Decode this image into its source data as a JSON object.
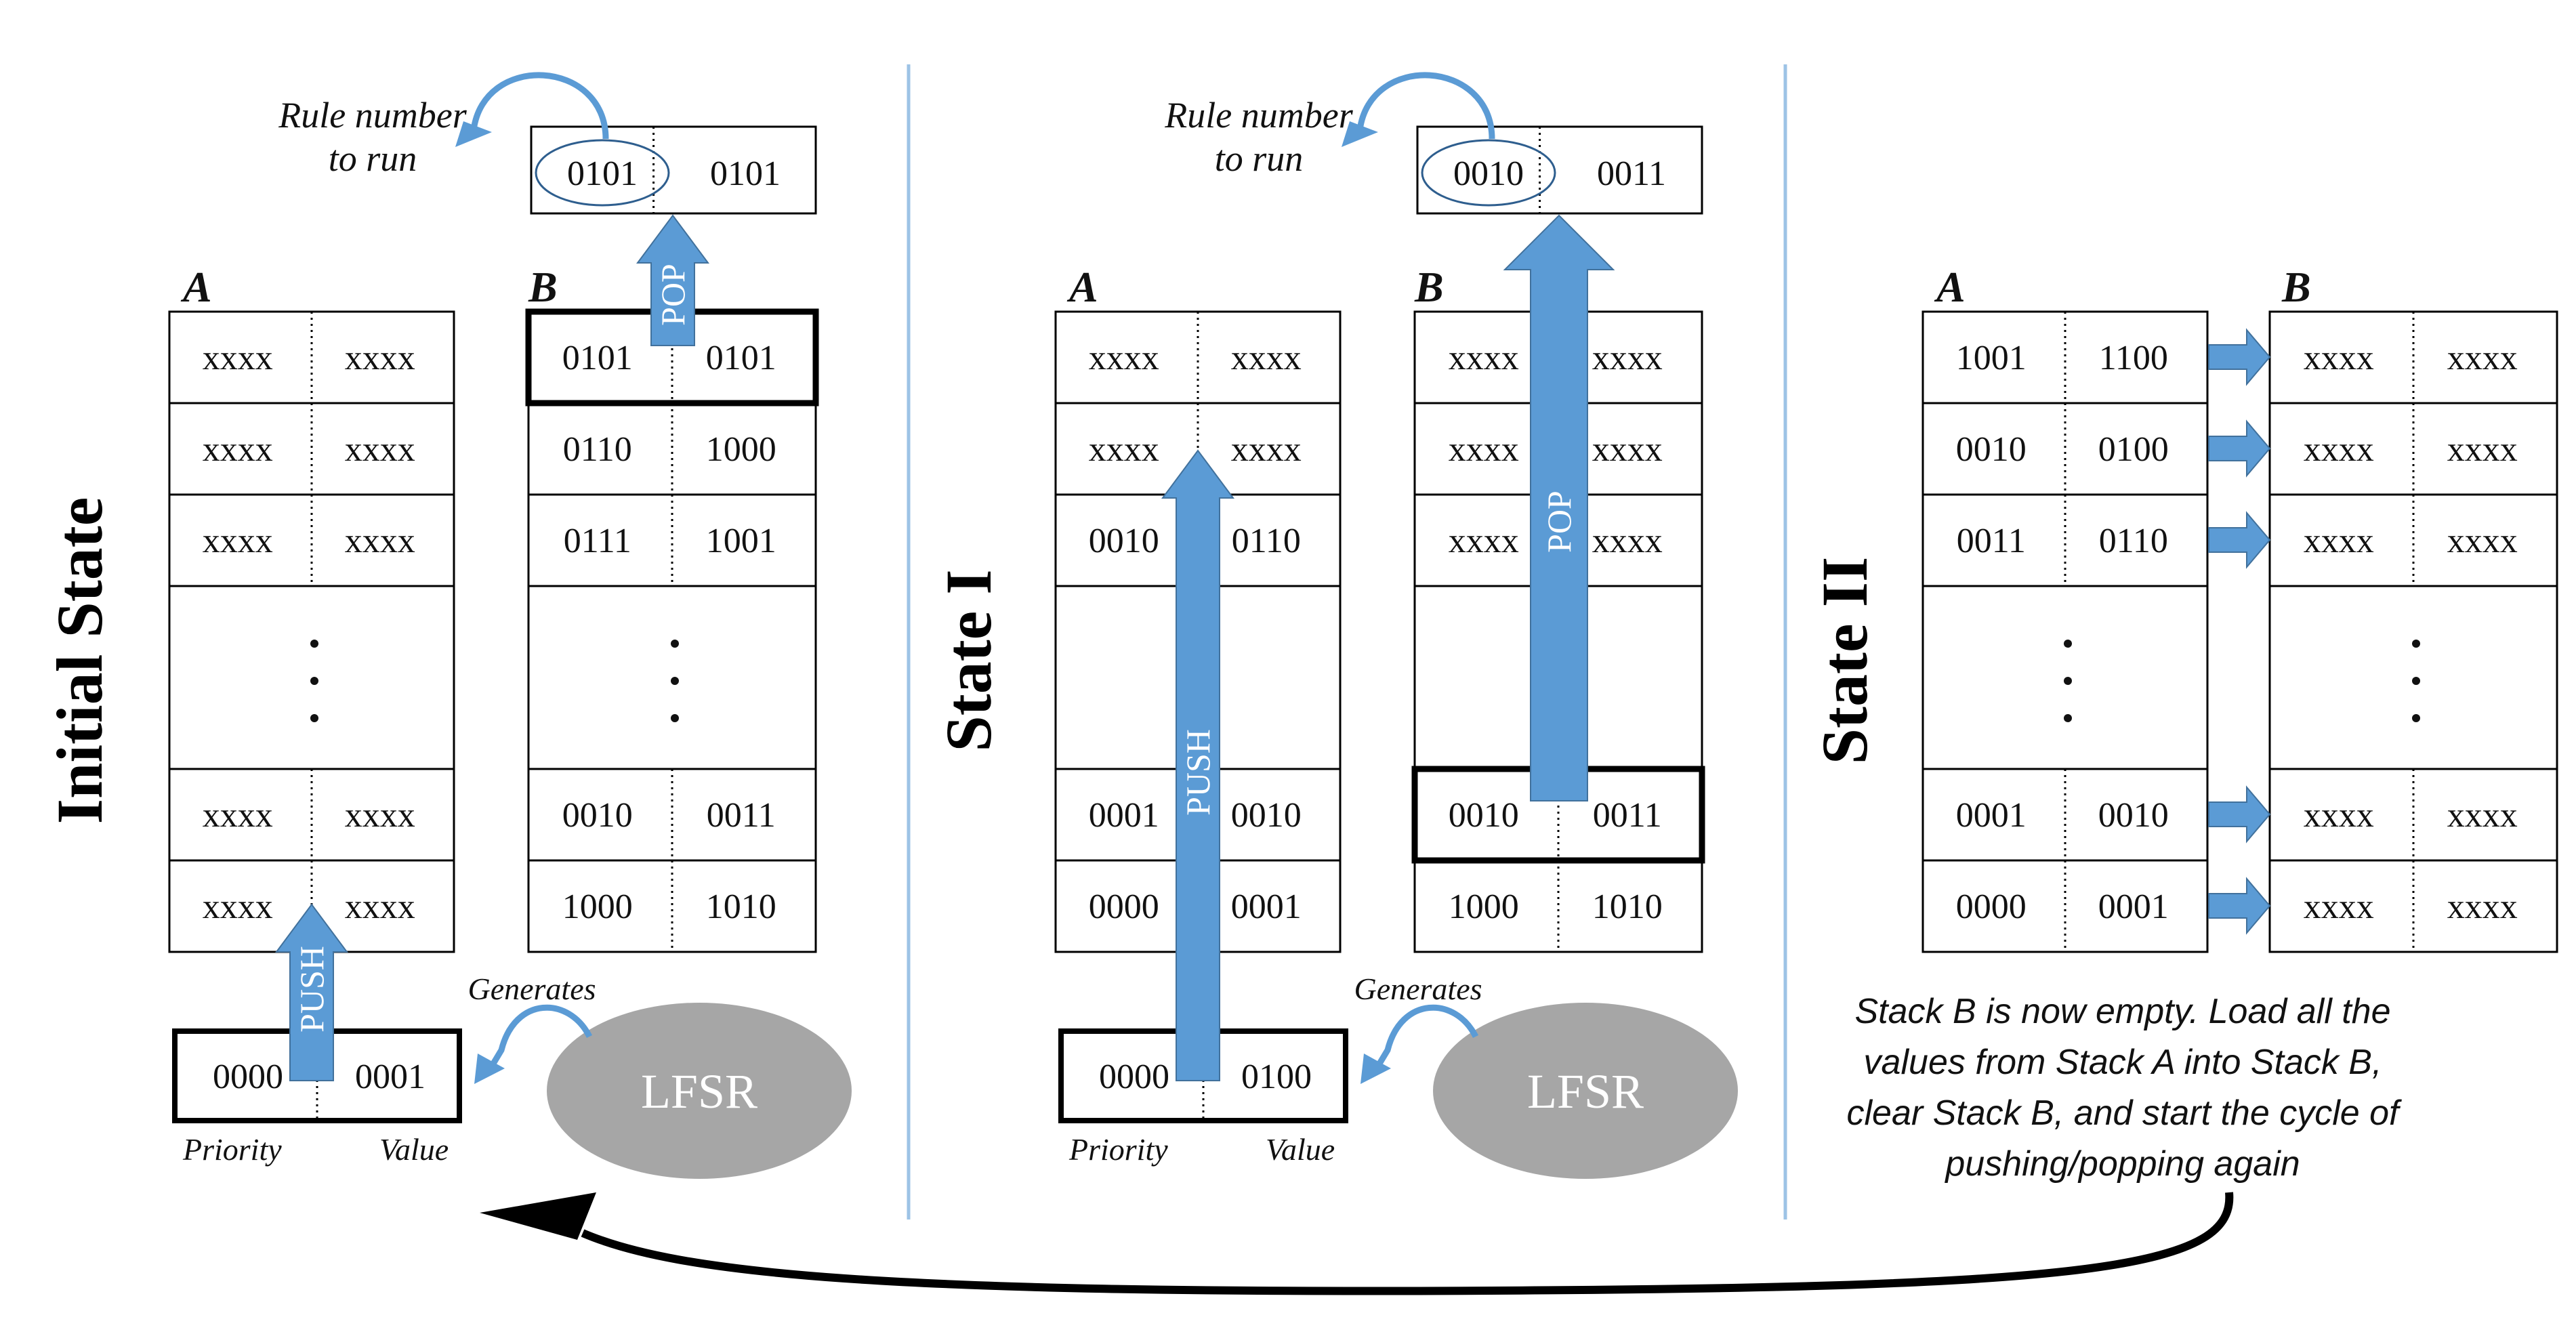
{
  "states": [
    {
      "title": "Initial State",
      "stack_a_label": "A",
      "stack_b_label": "B",
      "stack_a": {
        "top": [
          [
            "xxxx",
            "xxxx"
          ],
          [
            "xxxx",
            "xxxx"
          ],
          [
            "xxxx",
            "xxxx"
          ]
        ],
        "bottom": [
          [
            "xxxx",
            "xxxx"
          ],
          [
            "xxxx",
            "xxxx"
          ]
        ]
      },
      "stack_b": {
        "top": [
          [
            "0101",
            "0101"
          ],
          [
            "0110",
            "1000"
          ],
          [
            "0111",
            "1001"
          ]
        ],
        "bottom": [
          [
            "0010",
            "0011"
          ],
          [
            "1000",
            "1010"
          ]
        ]
      },
      "rule_box": {
        "left": "0101",
        "right": "0101"
      },
      "rule_label_line1": "Rule number",
      "rule_label_line2": "to run",
      "input_box": {
        "left": "0000",
        "right": "0001"
      },
      "priority_label": "Priority",
      "value_label": "Value",
      "push_label": "PUSH",
      "pop_label": "POP",
      "generates_label": "Generates",
      "lfsr_label": "LFSR",
      "dots": ". . ."
    },
    {
      "title": "State I",
      "stack_a_label": "A",
      "stack_b_label": "B",
      "stack_a": {
        "top": [
          [
            "xxxx",
            "xxxx"
          ],
          [
            "xxxx",
            "xxxx"
          ],
          [
            "0010",
            "0110"
          ]
        ],
        "bottom": [
          [
            "0001",
            "0010"
          ],
          [
            "0000",
            "0001"
          ]
        ]
      },
      "stack_b": {
        "top": [
          [
            "xxxx",
            "xxxx"
          ],
          [
            "xxxx",
            "xxxx"
          ],
          [
            "xxxx",
            "xxxx"
          ]
        ],
        "bottom": [
          [
            "0010",
            "0011"
          ],
          [
            "1000",
            "1010"
          ]
        ]
      },
      "rule_box": {
        "left": "0010",
        "right": "0011"
      },
      "rule_label_line1": "Rule number",
      "rule_label_line2": "to run",
      "input_box": {
        "left": "0000",
        "right": "0100"
      },
      "priority_label": "Priority",
      "value_label": "Value",
      "push_label": "PUSH",
      "pop_label": "POP",
      "generates_label": "Generates",
      "lfsr_label": "LFSR"
    },
    {
      "title": "State II",
      "stack_a_label": "A",
      "stack_b_label": "B",
      "stack_a": {
        "top": [
          [
            "1001",
            "1100"
          ],
          [
            "0010",
            "0100"
          ],
          [
            "0011",
            "0110"
          ]
        ],
        "bottom": [
          [
            "0001",
            "0010"
          ],
          [
            "0000",
            "0001"
          ]
        ]
      },
      "stack_b": {
        "top": [
          [
            "xxxx",
            "xxxx"
          ],
          [
            "xxxx",
            "xxxx"
          ],
          [
            "xxxx",
            "xxxx"
          ]
        ],
        "bottom": [
          [
            "xxxx",
            "xxxx"
          ],
          [
            "xxxx",
            "xxxx"
          ]
        ]
      },
      "note_lines": [
        "Stack B is now empty. Load all the",
        "values from Stack A into Stack B,",
        "clear Stack B, and start the cycle of",
        "pushing/popping again"
      ]
    }
  ],
  "colors": {
    "arrow_blue": "#5B9BD5",
    "arrow_outline": "#41719C",
    "lfsr_gray": "#A6A6A6",
    "divider_blue": "#9DC3E6",
    "oval_outline": "#2E5E8E"
  }
}
